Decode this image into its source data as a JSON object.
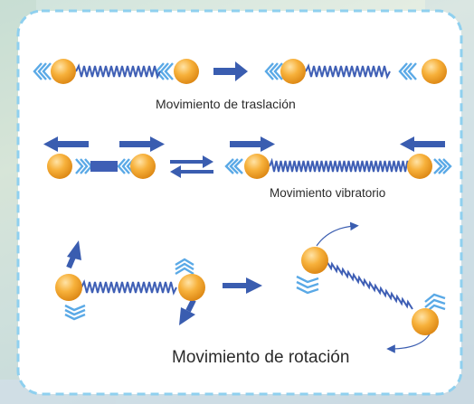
{
  "diagram": {
    "labels": {
      "translation": "Movimiento de traslación",
      "vibration": "Movimiento vibratorio",
      "rotation": "Movimiento de rotación"
    },
    "colors": {
      "atom": "#f5a623",
      "atom_highlight": "#ffe3a6",
      "spring": "#3f5fb5",
      "arrow": "#3a5db0",
      "chevron": "#5aa9e6",
      "panel_border": "#8fd0ef",
      "panel_fill": "#ffffff",
      "background": "#d6e5e0"
    }
  }
}
